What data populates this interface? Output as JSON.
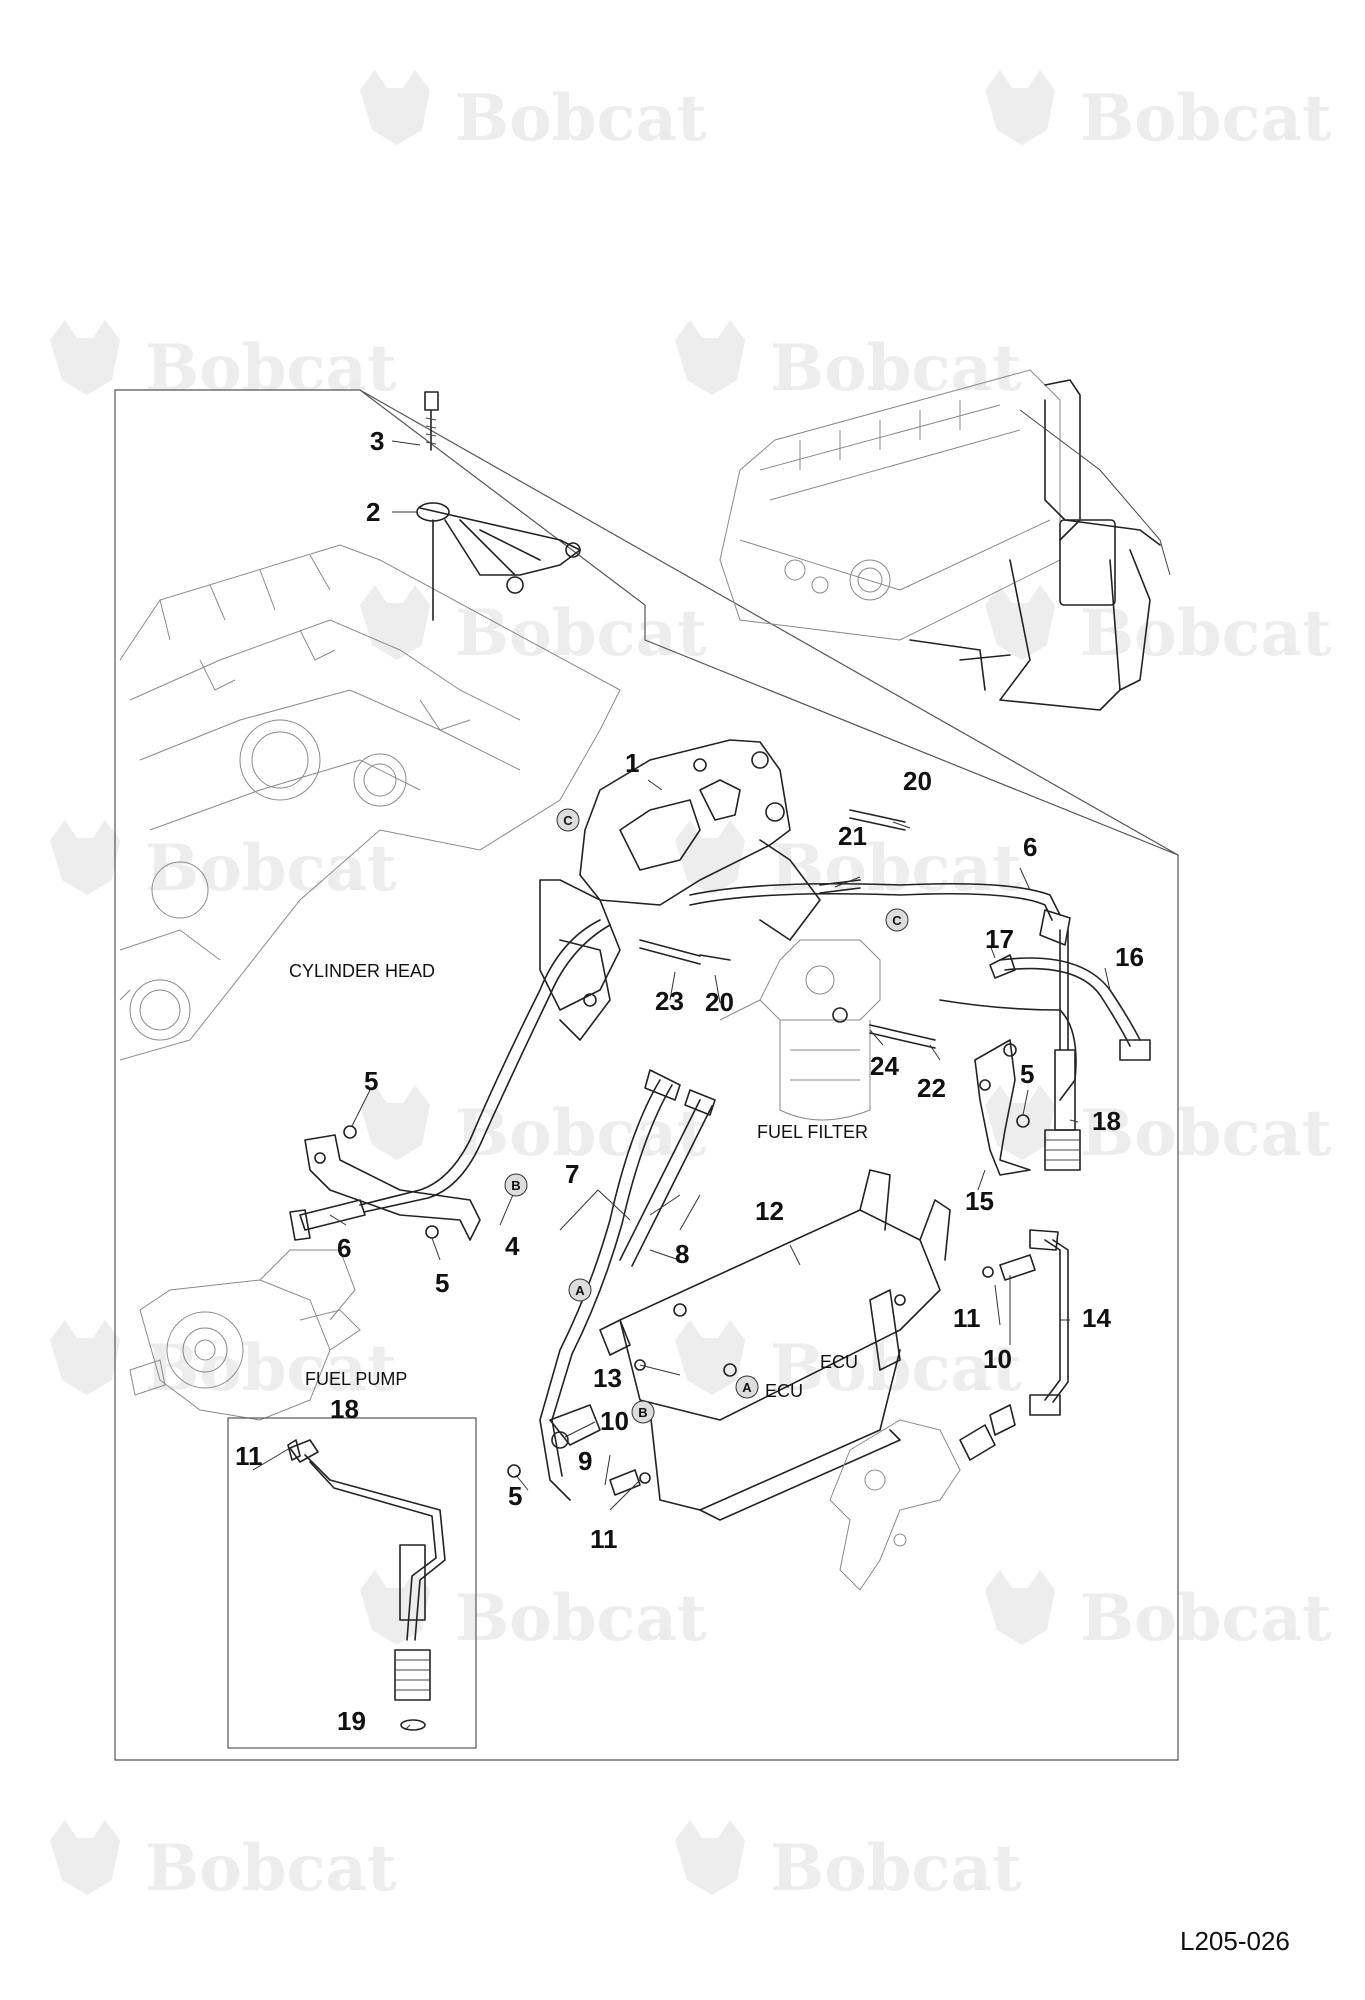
{
  "watermark": {
    "brand": "Bobcat",
    "registered": "®"
  },
  "document": {
    "reference": "L205-026"
  },
  "area_labels": {
    "cylinder_head": "CYLINDER HEAD",
    "fuel_filter": "FUEL FILTER",
    "fuel_pump": "FUEL PUMP",
    "ecu_1": "ECU",
    "ecu_2": "ECU"
  },
  "connection_markers": [
    "A",
    "B",
    "C"
  ],
  "callouts": {
    "c1": "1",
    "c2": "2",
    "c3": "3",
    "c4": "4",
    "c5a": "5",
    "c5b": "5",
    "c5c": "5",
    "c5d": "5",
    "c6a": "6",
    "c6b": "6",
    "c7": "7",
    "c8": "8",
    "c9": "9",
    "c10a": "10",
    "c10b": "10",
    "c11a": "11",
    "c11b": "11",
    "c11c": "11",
    "c12": "12",
    "c13": "13",
    "c14": "14",
    "c15": "15",
    "c16": "16",
    "c17": "17",
    "c18a": "18",
    "c18b": "18",
    "c19": "19",
    "c20a": "20",
    "c20b": "20",
    "c21": "21",
    "c22": "22",
    "c23": "23",
    "c24": "24"
  }
}
